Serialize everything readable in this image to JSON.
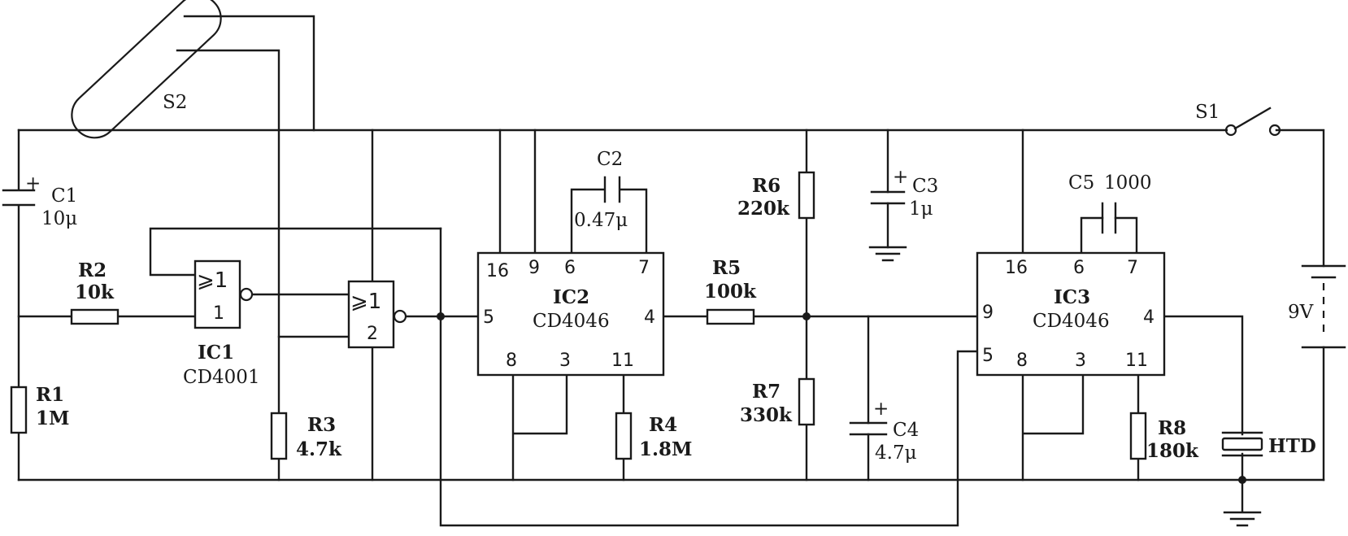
{
  "switches": {
    "s1": {
      "label": "S1"
    },
    "s2": {
      "label": "S2"
    }
  },
  "battery": {
    "label": "9V"
  },
  "capacitors": {
    "c1": {
      "name": "C1",
      "value": "10μ",
      "plus": "+"
    },
    "c2": {
      "name": "C2",
      "value": "0.47μ"
    },
    "c3": {
      "name": "C3",
      "value": "1μ",
      "plus": "+"
    },
    "c4": {
      "name": "C4",
      "value": "4.7μ",
      "plus": "+"
    },
    "c5": {
      "name": "C5",
      "value": "1000"
    }
  },
  "resistors": {
    "r1": {
      "name": "R1",
      "value": "1M"
    },
    "r2": {
      "name": "R2",
      "value": "10k"
    },
    "r3": {
      "name": "R3",
      "value": "4.7k"
    },
    "r4": {
      "name": "R4",
      "value": "1.8M"
    },
    "r5": {
      "name": "R5",
      "value": "100k"
    },
    "r6": {
      "name": "R6",
      "value": "220k"
    },
    "r7": {
      "name": "R7",
      "value": "330k"
    },
    "r8": {
      "name": "R8",
      "value": "180k"
    }
  },
  "ic1": {
    "name": "IC1",
    "part": "CD4001",
    "gate1": {
      "symbol": "⩾1",
      "index": "1"
    },
    "gate2": {
      "symbol": "⩾1",
      "index": "2"
    }
  },
  "ic2": {
    "name": "IC2",
    "part": "CD4046",
    "pins": {
      "p16": "16",
      "p9": "9",
      "p6": "6",
      "p7": "7",
      "p5": "5",
      "p4": "4",
      "p8": "8",
      "p3": "3",
      "p11": "11"
    }
  },
  "ic3": {
    "name": "IC3",
    "part": "CD4046",
    "pins": {
      "p16": "16",
      "p6": "6",
      "p7": "7",
      "p9": "9",
      "p5": "5",
      "p4": "4",
      "p8": "8",
      "p3": "3",
      "p11": "11"
    }
  },
  "buzzer": {
    "label": "HTD"
  }
}
